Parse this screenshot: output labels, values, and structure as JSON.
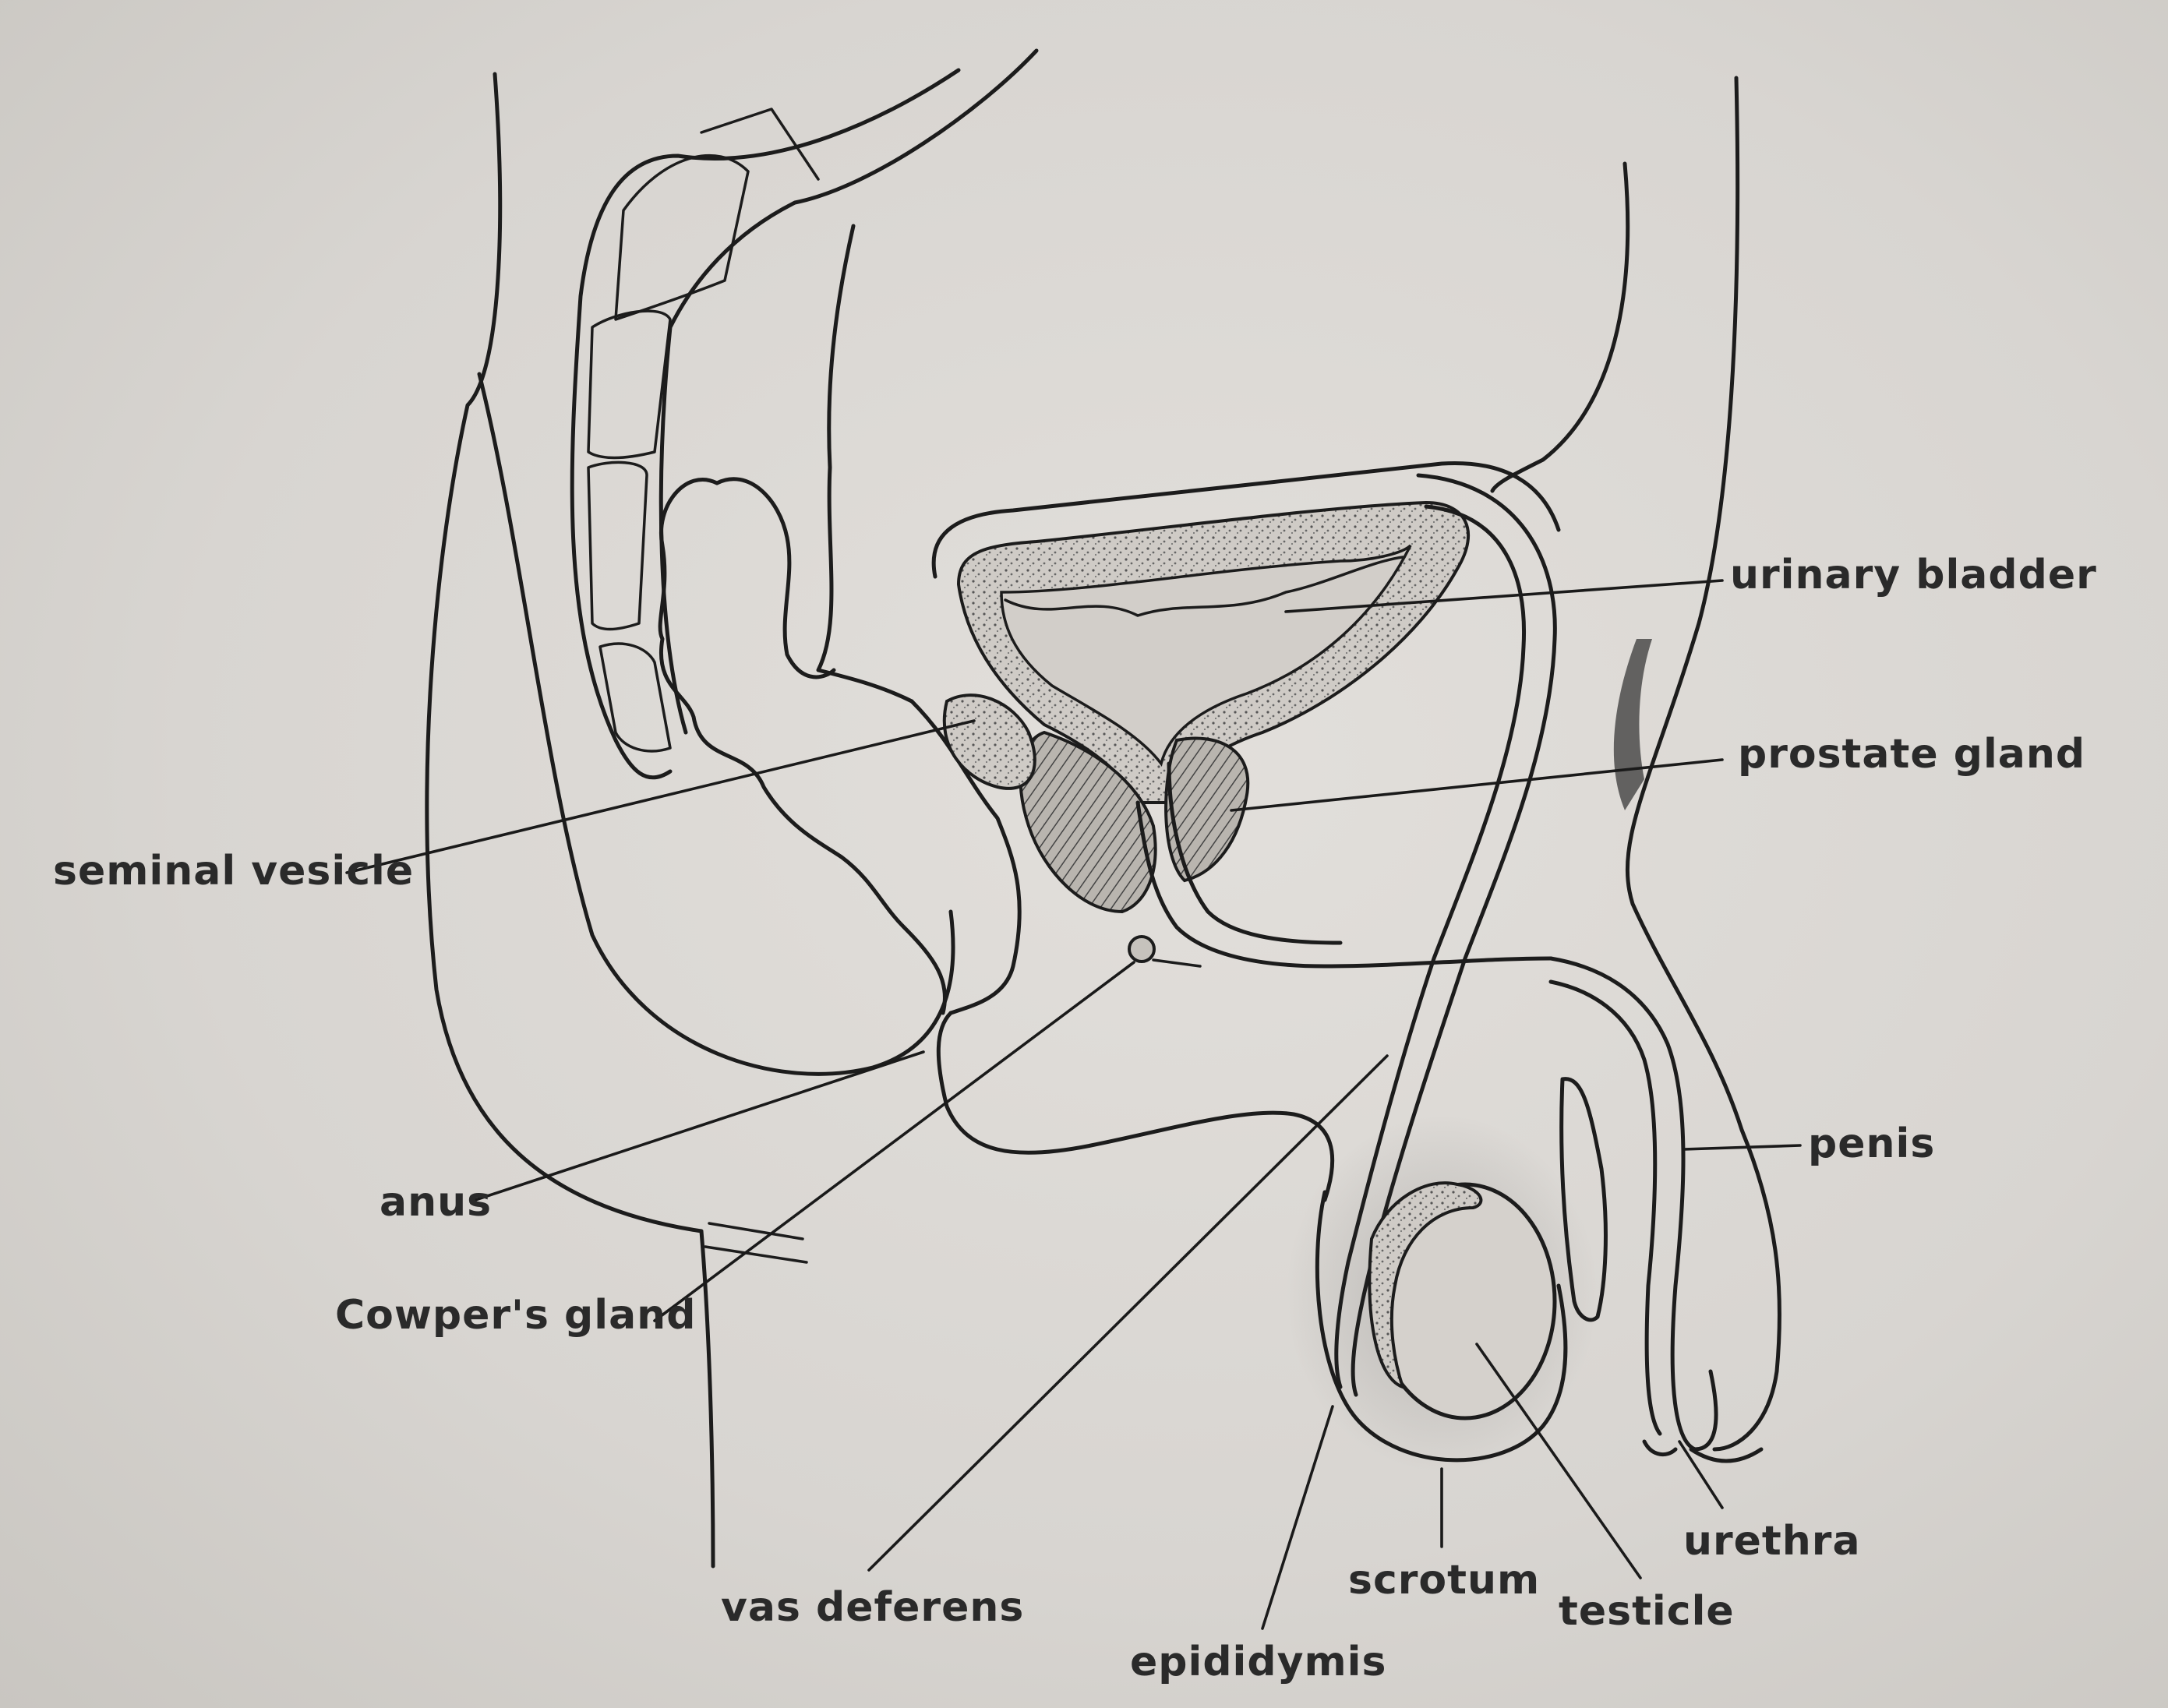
{
  "labels": {
    "urinary_bladder": "urinary bladder",
    "prostate_gland": "prostate gland",
    "seminal_vesicle": "seminal vesicle",
    "penis": "penis",
    "anus": "anus",
    "cowpers_gland": "Cowper's gland",
    "vas_deferens": "vas deferens",
    "scrotum": "scrotum",
    "testicle": "testicle",
    "urethra": "urethra",
    "epididymis": "epididymis"
  },
  "colors": {
    "paper": "#dad7d3",
    "ink": "#1c1c1c",
    "tissue_fill": "#b7b3ad"
  }
}
